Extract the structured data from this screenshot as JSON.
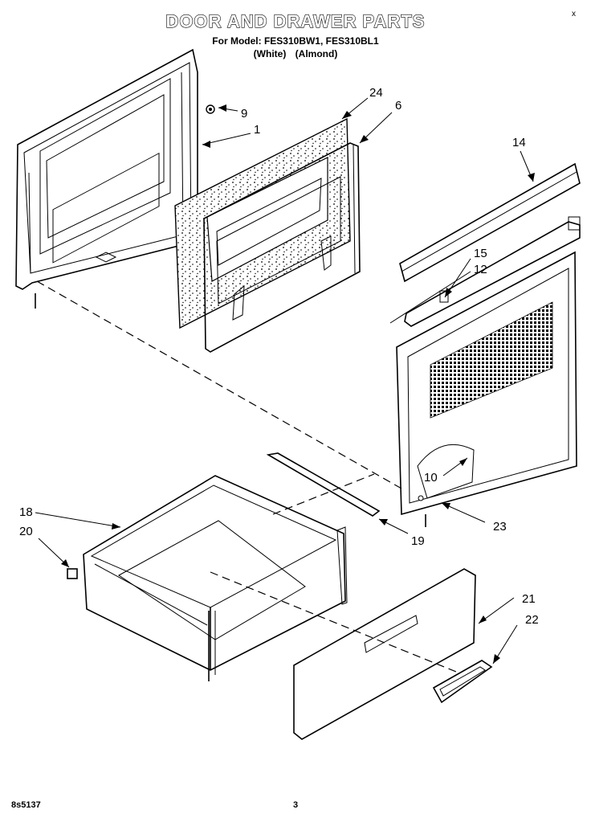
{
  "header": {
    "title": "DOOR AND DRAWER PARTS",
    "model_line": "For Model: FES310BW1, FES310BL1",
    "variant_white": "(White)",
    "variant_almond": "(Almond)"
  },
  "close_mark": "x",
  "footer": {
    "doc_number": "8s5137",
    "page_number": "3"
  },
  "callouts": {
    "c1": "1",
    "c6": "6",
    "c9": "9",
    "c10": "10",
    "c12": "12",
    "c14": "14",
    "c15": "15",
    "c18": "18",
    "c19": "19",
    "c20": "20",
    "c21": "21",
    "c22": "22",
    "c23": "23",
    "c24": "24"
  }
}
